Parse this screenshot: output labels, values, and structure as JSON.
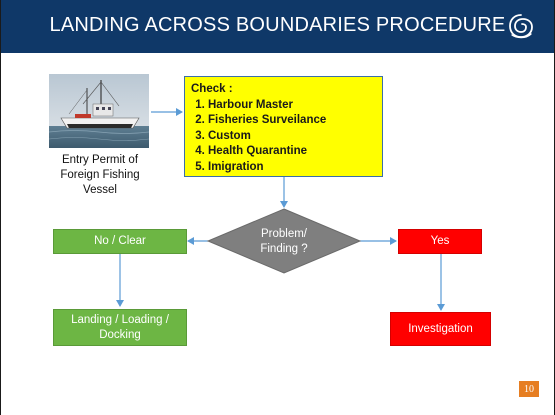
{
  "title": "LANDING ACROSS BOUNDARIES PROCEDURE",
  "logo_icon": "swirl-emblem",
  "photo": {
    "caption_lines": [
      "Entry Permit of",
      "Foreign Fishing",
      "Vessel"
    ]
  },
  "check": {
    "heading": "Check :",
    "items": [
      "Harbour Master",
      "Fisheries Surveilance",
      "Custom",
      "Health Quarantine",
      "Imigration"
    ]
  },
  "decision": {
    "lines": [
      "Problem/",
      "Finding ?"
    ]
  },
  "no_clear": "No / Clear",
  "landing": {
    "lines": [
      "Landing / Loading /",
      "Docking"
    ]
  },
  "yes": "Yes",
  "investigation": "Investigation",
  "page_number": "10",
  "colors": {
    "title_bar": "#0f3868",
    "check_box": "#ffff00",
    "green": "#6db644",
    "red": "#ff0000",
    "decision": "#7f7f7f",
    "arrow": "#5b9bd5",
    "page_badge": "#e67e22"
  }
}
